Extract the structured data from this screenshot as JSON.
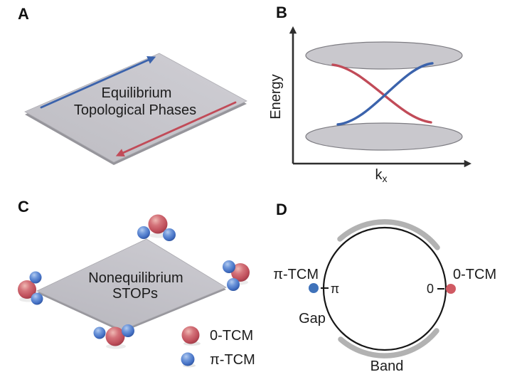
{
  "panel_a": {
    "label": "A",
    "plate_line1": "Equilibrium",
    "plate_line2": "Topological Phases"
  },
  "panel_b": {
    "label": "B",
    "y_axis_label": "Energy",
    "x_axis_label": "k",
    "x_axis_subscript": "x"
  },
  "panel_c": {
    "label": "C",
    "plate_line1": "Nonequilibrium",
    "plate_line2": "STOPs",
    "legend": [
      {
        "marker": "red-sphere",
        "label": "0-TCM"
      },
      {
        "marker": "blue-sphere",
        "label": "π-TCM"
      }
    ]
  },
  "panel_d": {
    "label": "D",
    "pi_point_label": "π-TCM",
    "pi_tick_label": "π",
    "zero_tick_label": "0",
    "zero_point_label": "0-TCM",
    "gap_label": "Gap",
    "band_label": "Band"
  },
  "colors": {
    "edge_blue": "#3b63ac",
    "edge_red": "#c14b58",
    "dot_blue": "#3f72ba",
    "dot_red": "#d05a63",
    "sphere_red": "#c25560",
    "sphere_blue": "#4470c4",
    "plate_gray": "#c5c4ca",
    "band_ellipse_gray": "#c9c8cd",
    "arc_gray": "#b2b2b2",
    "ink": "#1c1c1c"
  }
}
